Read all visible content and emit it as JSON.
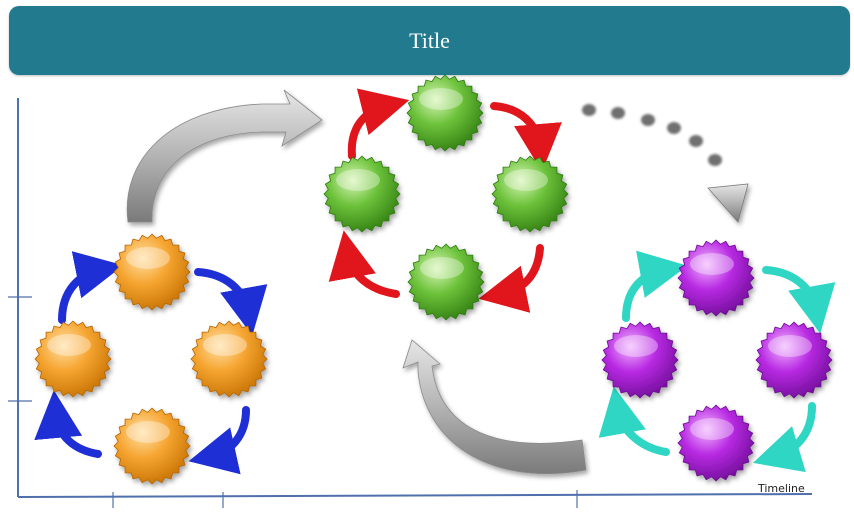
{
  "title": "Title",
  "x_axis_label": "Timeline",
  "colors": {
    "title_bar": "#217a8d",
    "axis": "#4f6fad",
    "orange": "#f39c1e",
    "green": "#5fb32a",
    "purple": "#b224e0",
    "arrow_blue": "#1f2fd6",
    "arrow_red": "#e0161c",
    "arrow_cyan": "#2fd6c4",
    "arrow_gray": "#a6a6a6"
  },
  "cycles": [
    {
      "name": "orange-cycle",
      "color": "orange",
      "arrow_color": "arrow_blue",
      "node_count": 4
    },
    {
      "name": "green-cycle",
      "color": "green",
      "arrow_color": "arrow_red",
      "node_count": 4
    },
    {
      "name": "purple-cycle",
      "color": "purple",
      "arrow_color": "arrow_cyan",
      "node_count": 4
    }
  ]
}
